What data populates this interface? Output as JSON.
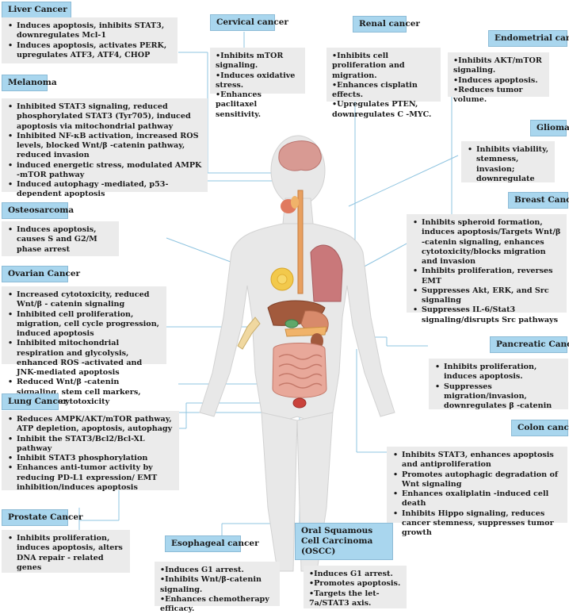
{
  "cancers": {
    "liver": {
      "title": "Liver Cancer",
      "items": [
        "Induces apoptosis, inhibits STAT3, downregulates Mcl-1",
        "Induces apoptosis, activates PERK, upregulates ATF3, ATF4, CHOP"
      ]
    },
    "melanoma": {
      "title": "Melanoma",
      "items": [
        "Inhibited STAT3 signaling, reduced phosphorylated STAT3 (Tyr705), induced apoptosis via mitochondrial pathway",
        "Inhibited NF-κB activation, increased ROS levels, blocked Wnt/β -catenin pathway, reduced invasion",
        "induced energetic stress, modulated AMPK -mTOR pathway",
        "Induced autophagy -mediated, p53-dependent apoptosis"
      ]
    },
    "osteosarcoma": {
      "title": "Osteosarcoma",
      "items": [
        "Induces apoptosis, causes S and G2/M phase arrest"
      ]
    },
    "ovarian": {
      "title": "Ovarian Cancer",
      "items": [
        "Increased cytotoxicity, reduced Wnt/β - catenin signaling",
        "Inhibited cell proliferation, migration, cell cycle progression, induced apoptosis",
        "Inhibited mitochondrial respiration and glycolysis, enhanced ROS -activated and JNK-mediated apoptosis",
        "Reduced Wnt/β -catenin signaling, stem cell markers, enhanced cytotoxicity"
      ]
    },
    "lung": {
      "title": "Lung Cancer",
      "items": [
        "Reduces AMPK/AKT/mTOR pathway, ATP depletion, apoptosis, autophagy",
        "Inhibit the STAT3/Bcl2/Bcl-XL pathway",
        "Inhibit STAT3 phosphorylation",
        "Enhances anti-tumor activity by reducing PD-L1 expression/ EMT inhibition/induces apoptosis"
      ]
    },
    "prostate": {
      "title": "Prostate Cancer",
      "items": [
        "Inhibits proliferation, induces apoptosis, alters DNA repair - related genes"
      ]
    },
    "esophageal": {
      "title": "Esophageal cancer",
      "items": [
        "Induces G1 arrest.",
        "Inhibits Wnt/β-catenin signaling.",
        "Enhances chemotherapy efficacy."
      ]
    },
    "oscc": {
      "title": "Oral Squamous Cell Carcinoma (OSCC)",
      "items": [
        "Induces G1 arrest.",
        "Promotes apoptosis.",
        "Targets the let-7a/STAT3 axis."
      ]
    },
    "cervical": {
      "title": "Cervical cancer",
      "items": [
        "Inhibits mTOR signaling.",
        "Induces oxidative stress.",
        "Enhances paclitaxel sensitivity."
      ]
    },
    "renal": {
      "title": "Renal cancer",
      "items": [
        "Inhibits cell proliferation and migration.",
        "Enhances cisplatin effects.",
        "Upregulates PTEN, downregulates C -MYC."
      ]
    },
    "endometrial": {
      "title": "Endometrial cancer",
      "items": [
        "Inhibits AKT/mTOR signaling.",
        "Induces apoptosis.",
        "Reduces tumor volume."
      ]
    },
    "glioma": {
      "title": "Glioma",
      "items": [
        "Inhibits viability, stemness, invasion; downregulate"
      ]
    },
    "breast": {
      "title": "Breast Cancer",
      "items": [
        "Inhibits spheroid formation, induces apoptosis/Targets Wnt/β -catenin signaling, enhances cytotoxicity/blocks migration and invasion",
        "Inhibits proliferation, reverses EMT",
        "Suppresses Akt, ERK, and Src signaling",
        "Suppresses IL-6/Stat3 signaling/disrupts Src pathways"
      ]
    },
    "pancreatic": {
      "title": "Pancreatic Cancer",
      "items": [
        "Inhibits proliferation, induces apoptosis.",
        "Suppresses migration/invasion, downregulates β -catenin"
      ]
    },
    "colon": {
      "title": "Colon cancer",
      "items": [
        "Inhibits STAT3, enhances apoptosis and antiproliferation",
        "Promotes autophagic degradation of Wnt signaling",
        "Enhances oxaliplatin -induced cell death",
        "Inhibits Hippo signaling, reduces cancer stemness, suppresses tumor growth"
      ]
    }
  },
  "colors": {
    "header_bg": "#a9d6ee",
    "box_bg": "#ebebeb",
    "connector": "#8fc4e0",
    "body": "#e6e6e6"
  }
}
